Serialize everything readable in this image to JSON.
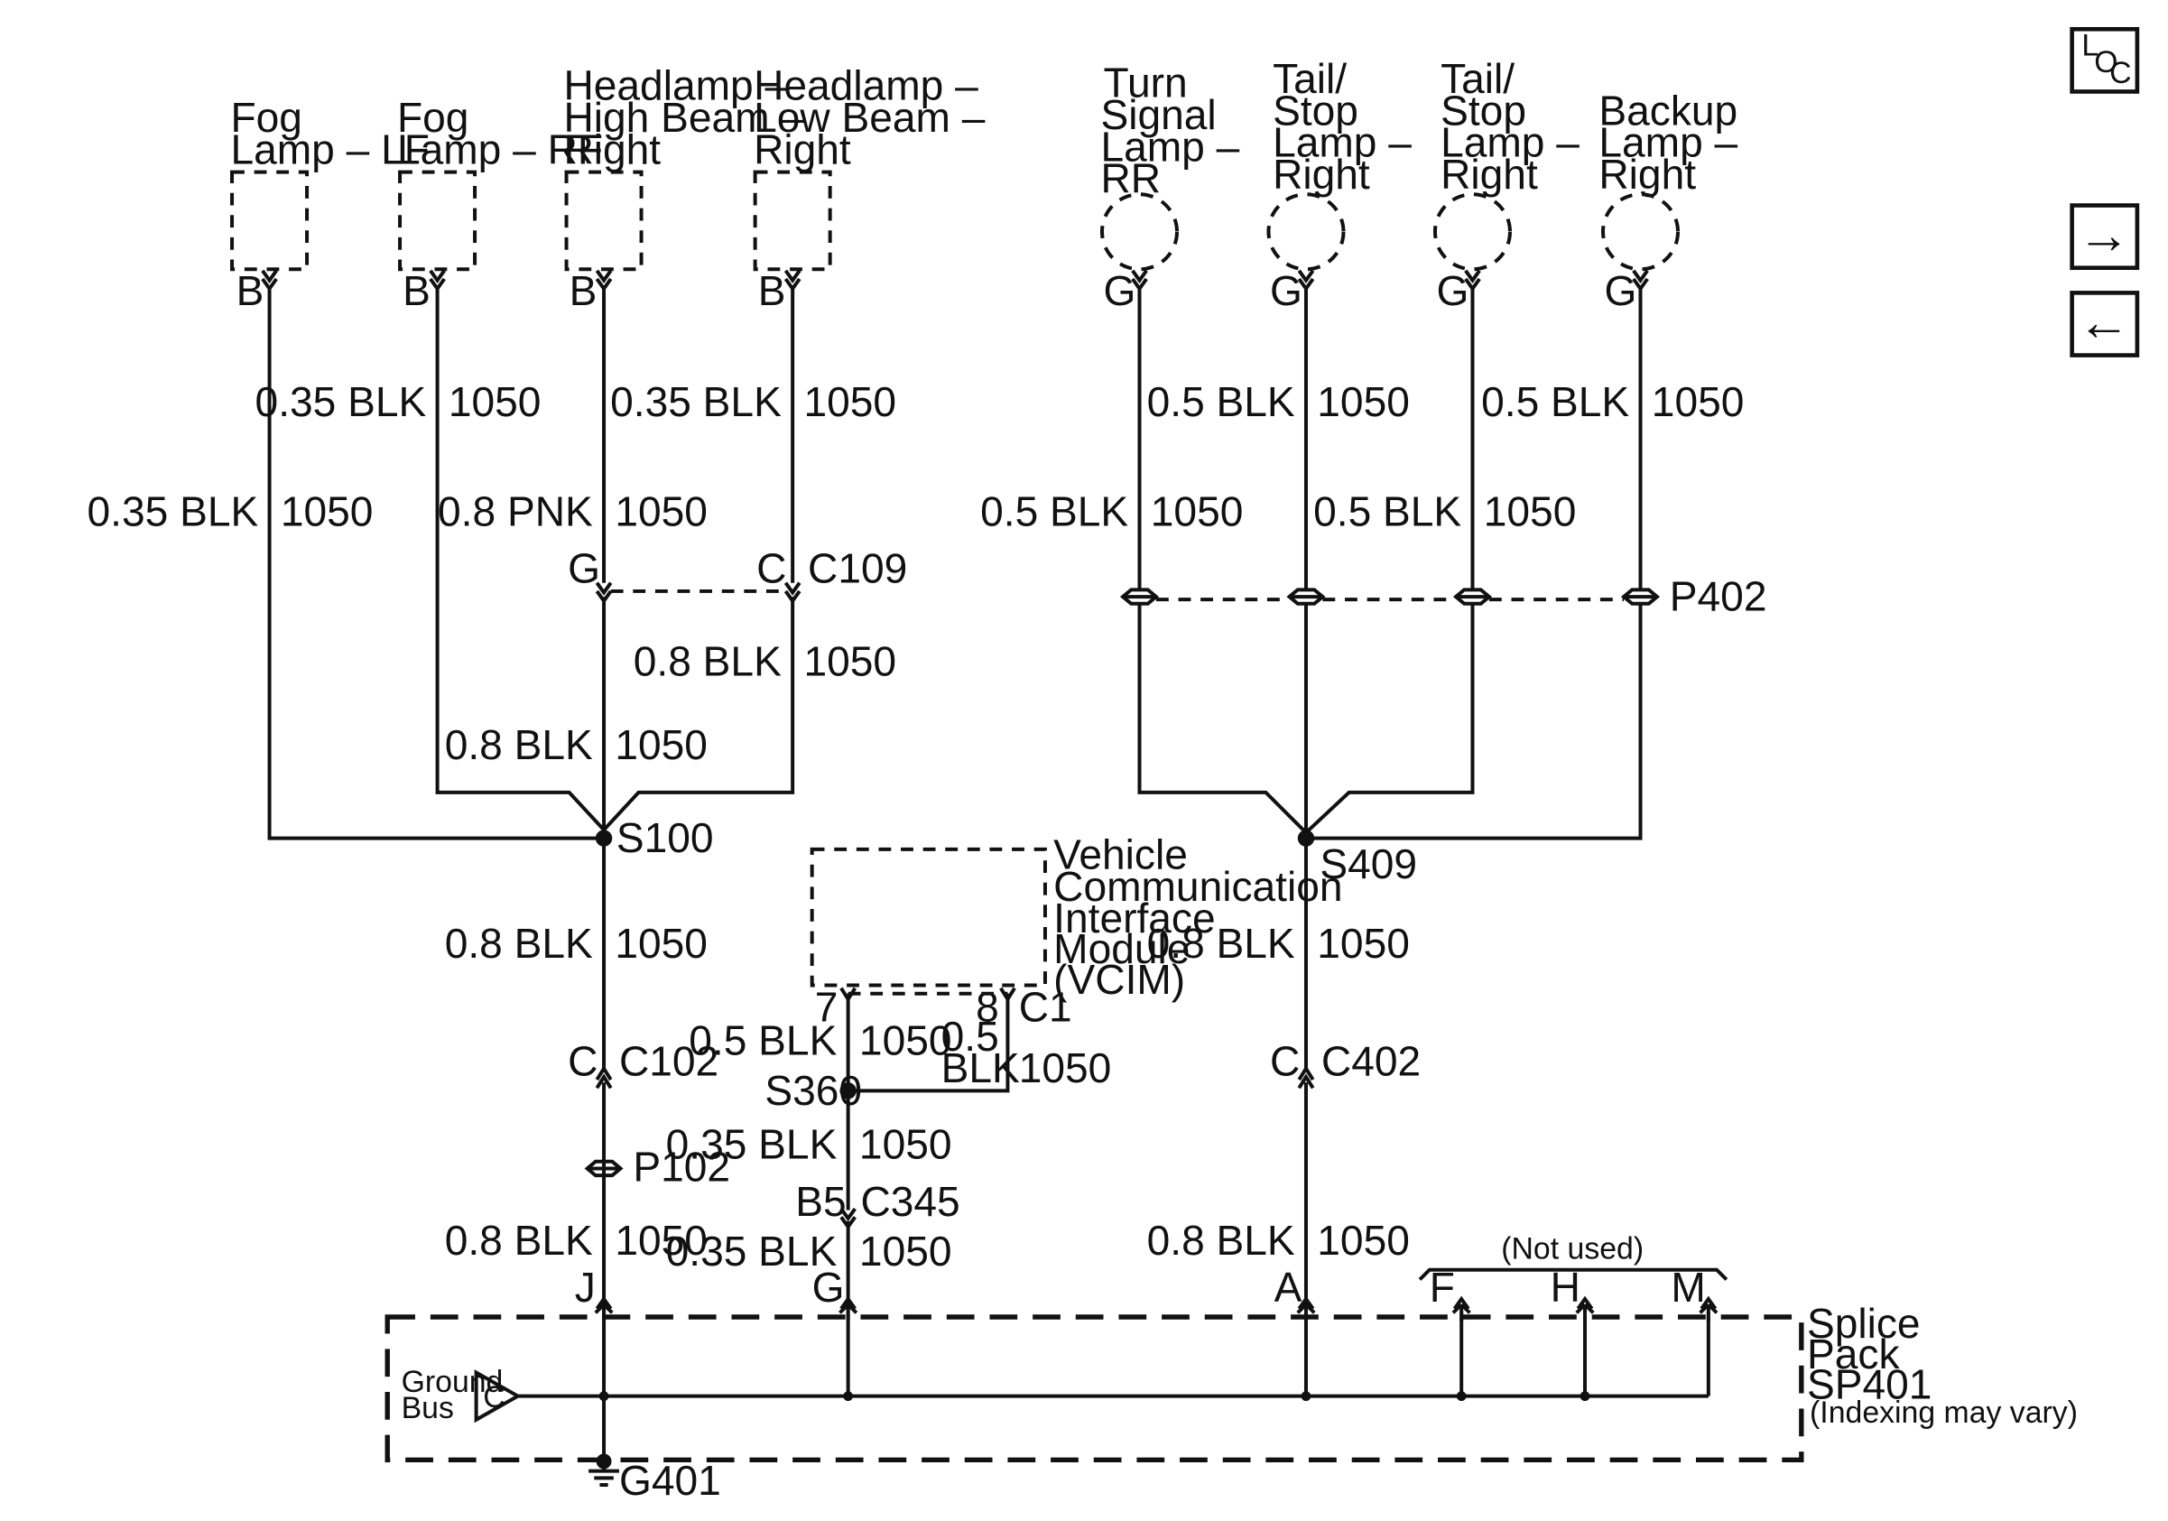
{
  "components": {
    "fog_lf": [
      "Fog",
      "Lamp – LF"
    ],
    "fog_rf": [
      "Fog",
      "Lamp – RF"
    ],
    "hl_high": [
      "Headlamp –",
      "High Beam –",
      "Right"
    ],
    "hl_low": [
      "Headlamp –",
      "Low Beam –",
      "Right"
    ],
    "turn_rr": [
      "Turn",
      "Signal",
      "Lamp –",
      "RR"
    ],
    "tail_1": [
      "Tail/",
      "Stop",
      "Lamp –",
      "Right"
    ],
    "tail_2": [
      "Tail/",
      "Stop",
      "Lamp –",
      "Right"
    ],
    "backup": [
      "Backup",
      "Lamp –",
      "Right"
    ],
    "vcim": [
      "Vehicle",
      "Communication",
      "Interface",
      "Module",
      "(VCIM)"
    ],
    "splice_pack": [
      "Splice",
      "Pack",
      "SP401"
    ],
    "splice_note": "(Indexing may vary)",
    "ground_bus": [
      "Ground",
      "Bus"
    ],
    "ground_bus_pin": "C",
    "not_used": "(Not used)"
  },
  "pins": {
    "fog_lf": "B",
    "fog_rf": "B",
    "hl_high": "B",
    "hl_low": "B",
    "turn_rr": "G",
    "tail_1": "G",
    "tail_2": "G",
    "backup": "G",
    "c109_g": "G",
    "c109_c": "C",
    "c102": "C",
    "c402": "C",
    "vcim_7": "7",
    "vcim_8": "8",
    "c345": "B5",
    "sp_j": "J",
    "sp_g": "G",
    "sp_a": "A",
    "sp_f": "F",
    "sp_h": "H",
    "sp_m": "M"
  },
  "connectors": {
    "c109": "C109",
    "c102": "C102",
    "c345": "C345",
    "c402": "C402",
    "vcim_c1": "C1",
    "p102": "P102",
    "p402": "P402"
  },
  "splices": {
    "s100": "S100",
    "s409": "S409",
    "s360": "S360"
  },
  "ground": "G401",
  "wires": {
    "fog_lf": [
      "0.35 BLK",
      "1050"
    ],
    "fog_rf": [
      "0.35 BLK",
      "1050"
    ],
    "hl_high": [
      "0.8 PNK",
      "1050"
    ],
    "hl_low": [
      "0.35 BLK",
      "1050"
    ],
    "c109_s100": [
      "0.8 BLK",
      "1050"
    ],
    "c109_c_s100": [
      "0.8 BLK",
      "1050"
    ],
    "s100_c102": [
      "0.8 BLK",
      "1050"
    ],
    "p102_sp": [
      "0.8 BLK",
      "1050"
    ],
    "vcim_7": [
      "0.5 BLK",
      "1050"
    ],
    "vcim_8": [
      "0.5",
      "BLK",
      "1050"
    ],
    "s360_c345": [
      "0.35 BLK",
      "1050"
    ],
    "c345_sp": [
      "0.35 BLK",
      "1050"
    ],
    "turn_rr": [
      "0.5 BLK",
      "1050"
    ],
    "tail_1": [
      "0.5 BLK",
      "1050"
    ],
    "tail_2": [
      "0.5 BLK",
      "1050"
    ],
    "backup": [
      "0.5 BLK",
      "1050"
    ],
    "s409_c402": [
      "0.8 BLK",
      "1050"
    ],
    "c402_sp": [
      "0.8 BLK",
      "1050"
    ]
  },
  "nav": {
    "loc_top": "L",
    "loc_mid": "O",
    "loc_bot": "C",
    "forward": "→",
    "back": "←"
  }
}
